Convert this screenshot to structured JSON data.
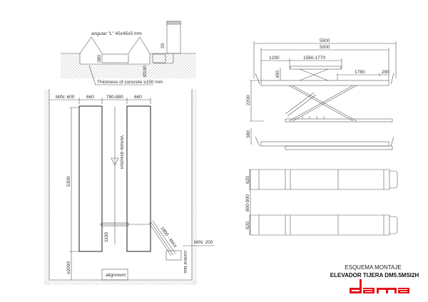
{
  "section_view": {
    "angular_label": "angular \"L\" 45x45x5 mm",
    "depth_label": "380",
    "offset_label": "20",
    "pipe_label": "Ø100",
    "concrete_label": "Thickness of concrete ≥150 mm"
  },
  "plan_view": {
    "min_left": "MIN: 600",
    "rail_width_left": "660",
    "rail_gap": "780-880",
    "rail_width_right": "660",
    "length": "5300",
    "vehicle_direction": "Vehicle direction",
    "crossbar_offset": "1100",
    "hose_length": "1800 - MAX",
    "min_right": "MIN: 200",
    "control_box": "control box",
    "front_clearance": "≥2000",
    "alignment": "alignment"
  },
  "side_view": {
    "overall_length": "5500",
    "platform_length": "5000",
    "front_offset": "1290",
    "aux_range": "1560-1770",
    "aux_height": "450",
    "rear_section": "1780",
    "rear_end": "290",
    "max_height": "2200",
    "lowered_height": "380"
  },
  "top_view": {
    "rail_width_1": "620",
    "rail_gap": "800-900",
    "rail_width_2": "620"
  },
  "title_block": {
    "line1": "ESQUEMA MONTAJE",
    "line2": "ELEVADOR TIJERA DM5.5MSI2H",
    "logo": "dama",
    "logo_color": "#e4141b"
  }
}
